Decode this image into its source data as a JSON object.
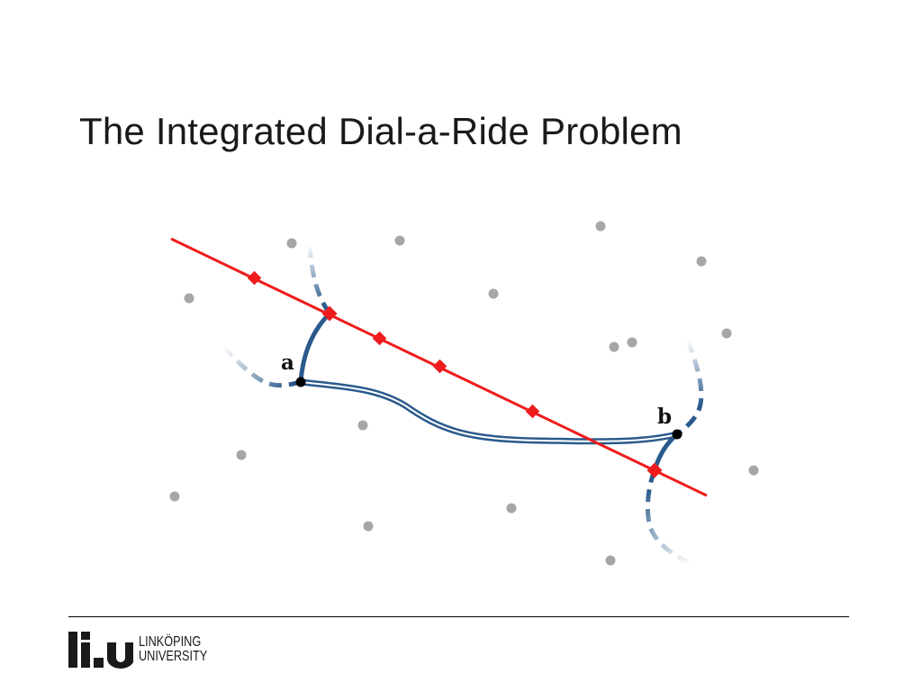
{
  "slide": {
    "title": "The Integrated Dial-a-Ride Problem"
  },
  "diagram": {
    "nodes": [
      {
        "id": "a",
        "label": "a"
      },
      {
        "id": "b",
        "label": "b"
      }
    ],
    "colors": {
      "transit_line": "#ee1c1c",
      "stop": "#ee1c1c",
      "feeder_route": "#2a5a8c",
      "request_node": "#000000",
      "background_point": "#a6a6a6"
    }
  },
  "footer": {
    "logo_line1": "LINKÖPING",
    "logo_line2": "UNIVERSITY",
    "logo_icon": "liu-logo-icon"
  }
}
